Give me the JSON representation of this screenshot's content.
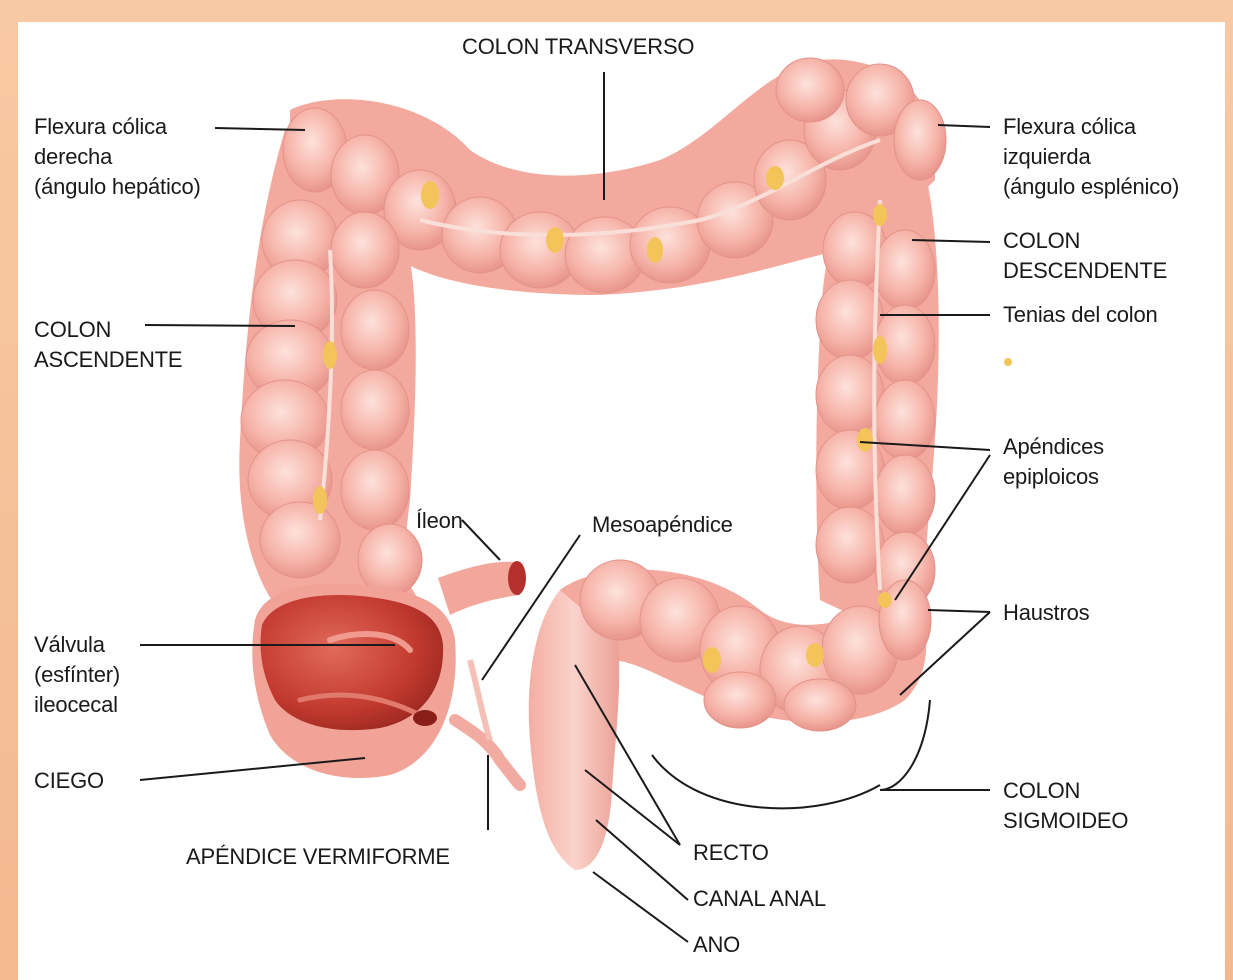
{
  "labels": {
    "colon_transverso": "COLON TRANSVERSO",
    "flexura_derecha": [
      "Flexura cólica",
      "derecha",
      "(ángulo hepático)"
    ],
    "flexura_izquierda": [
      "Flexura cólica",
      "izquierda",
      "(ángulo esplénico)"
    ],
    "colon_descendente": [
      "COLON",
      "DESCENDENTE"
    ],
    "tenias": "Tenias del colon",
    "colon_ascendente": [
      "COLON",
      "ASCENDENTE"
    ],
    "apendices_epiploicos": [
      "Apéndices",
      "epiploicos"
    ],
    "ileon": "Íleon",
    "mesoapendice": "Mesoapéndice",
    "haustros": "Haustros",
    "valvula": [
      "Válvula",
      "(esfínter)",
      "ileocecal"
    ],
    "ciego": "CIEGO",
    "colon_sigmoideo": [
      "COLON",
      "SIGMOIDEO"
    ],
    "apendice_vermiforme": "APÉNDICE VERMIFORME",
    "recto": "RECTO",
    "canal_anal": "CANAL ANAL",
    "ano": "ANO"
  },
  "colors": {
    "frame_bg": "#f4b98f",
    "colon_fill": "#f7b9ae",
    "colon_shade": "#e8968d",
    "fat_yellow": "#f2c45a",
    "cecum_red": "#c9463a",
    "leader_line": "#1a1a1a"
  }
}
